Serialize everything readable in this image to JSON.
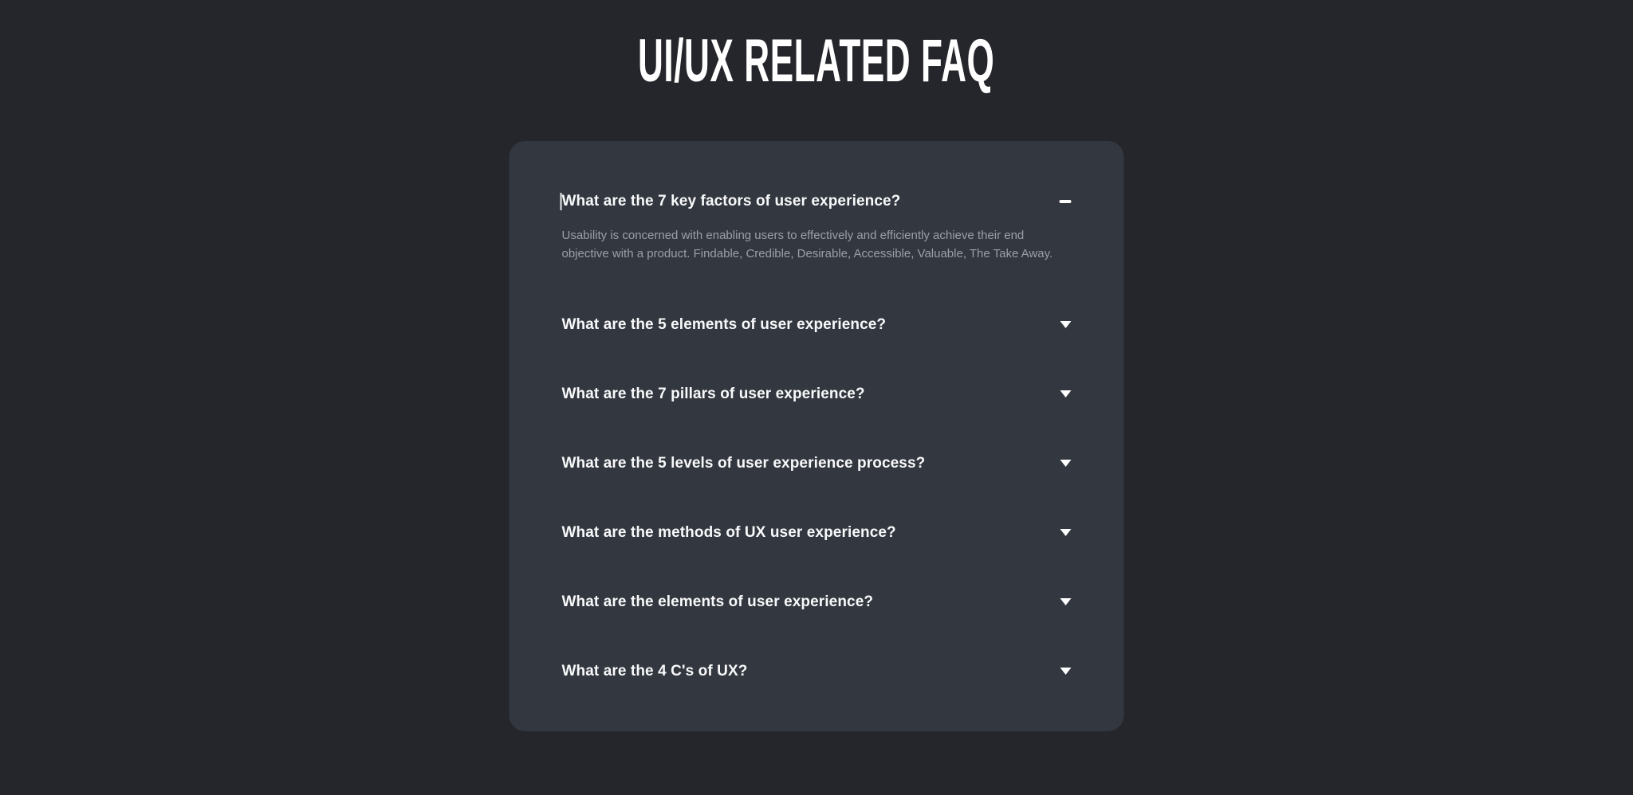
{
  "page": {
    "title": "UI/UX RELATED FAQ",
    "colors": {
      "background": "#25262b",
      "card_background": "#33373f",
      "question_text": "#f8f9fa",
      "answer_text": "#9aa0a8",
      "icon": "#ffffff"
    }
  },
  "faq": {
    "items": [
      {
        "question": "What are the 7 key factors of user experience?",
        "answer": "Usability is concerned with enabling users to effectively and efficiently achieve their end objective with a product. Findable, Credible, Desirable, Accessible, Valuable, The Take Away.",
        "expanded": true,
        "icon": "minus-icon"
      },
      {
        "question": "What are the 5 elements of user experience?",
        "expanded": false,
        "icon": "chevron-down-icon"
      },
      {
        "question": "What are the 7 pillars of user experience?",
        "expanded": false,
        "icon": "chevron-down-icon"
      },
      {
        "question": "What are the 5 levels of user experience process?",
        "expanded": false,
        "icon": "chevron-down-icon"
      },
      {
        "question": "What are the methods of UX user experience?",
        "expanded": false,
        "icon": "chevron-down-icon"
      },
      {
        "question": "What are the elements of user experience?",
        "expanded": false,
        "icon": "chevron-down-icon"
      },
      {
        "question": "What are the 4 C's of UX?",
        "expanded": false,
        "icon": "chevron-down-icon"
      }
    ]
  }
}
